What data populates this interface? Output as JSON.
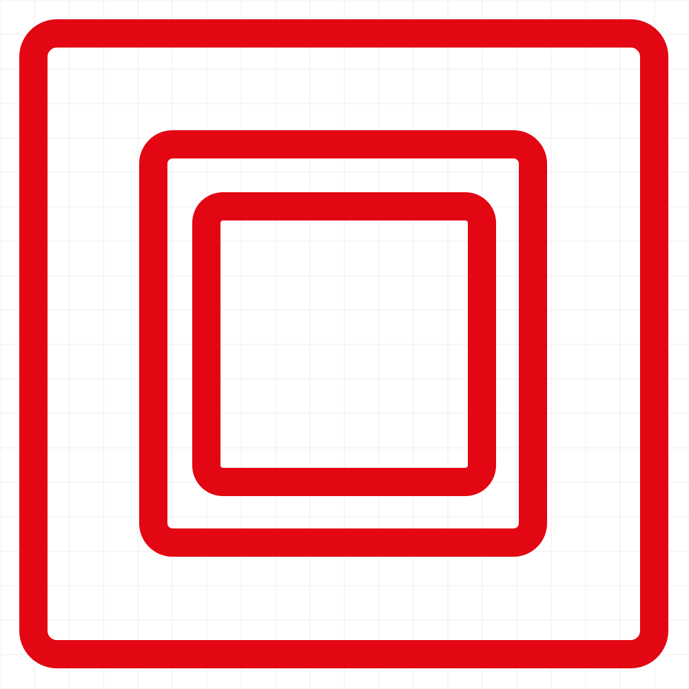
{
  "colors": {
    "stroke": "#e30613",
    "background": "#ffffff",
    "grid": "#eeeeee"
  },
  "icon": {
    "name": "nested-squares-icon",
    "layers": [
      "outer-square",
      "middle-square",
      "inner-square"
    ]
  }
}
